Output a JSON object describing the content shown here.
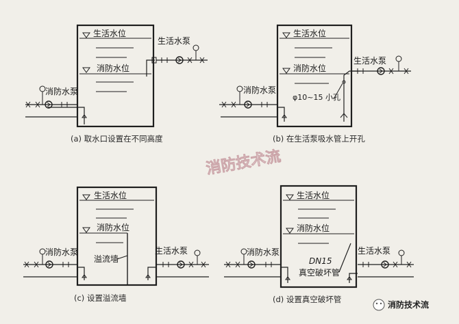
{
  "diagram": {
    "panels": [
      {
        "id": "a",
        "upper_level_label": "生活水位",
        "lower_level_label": "消防水位",
        "right_pump_label": "生活水泵",
        "left_pump_label": "消防水泵",
        "caption": "(a)  取水口设置在不同高度"
      },
      {
        "id": "b",
        "upper_level_label": "生活水位",
        "lower_level_label": "消防水位",
        "right_pump_label": "生活水泵",
        "left_pump_label": "消防水泵",
        "hole_label": "φ10~15 小孔",
        "caption": "(b)  在生活泵吸水管上开孔"
      },
      {
        "id": "c",
        "upper_level_label": "生活水位",
        "lower_level_label": "消防水位",
        "right_pump_label": "生活水泵",
        "left_pump_label": "消防水泵",
        "wall_label": "溢流墙",
        "caption": "(c)  设置溢流墙"
      },
      {
        "id": "d",
        "upper_level_label": "生活水位",
        "lower_level_label": "消防水位",
        "right_pump_label": "生活水泵",
        "left_pump_label": "消防水泵",
        "dn_label": "DN15",
        "breaker_label": "真空破坏管",
        "caption": "(d)  设置真空破坏管"
      }
    ],
    "watermark": "消防技术流",
    "badge": "消防技术流",
    "colors": {
      "line": "#1e1e1e",
      "paper": "#f1efe9",
      "watermark": "#ffffff"
    }
  }
}
